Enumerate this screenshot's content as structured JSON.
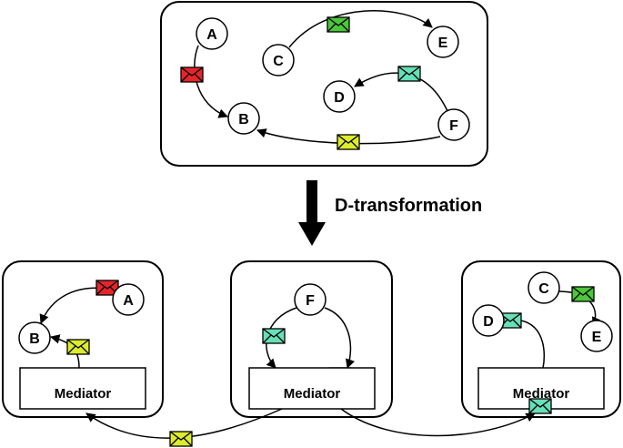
{
  "title": "D-transformation",
  "nodes": {
    "a": "A",
    "b": "B",
    "c": "C",
    "d": "D",
    "e": "E",
    "f": "F"
  },
  "mediator_label": "Mediator",
  "colors": {
    "red": "#e8242b",
    "green": "#4cc63a",
    "teal": "#66e0b8",
    "yellow": "#dcec2c"
  }
}
